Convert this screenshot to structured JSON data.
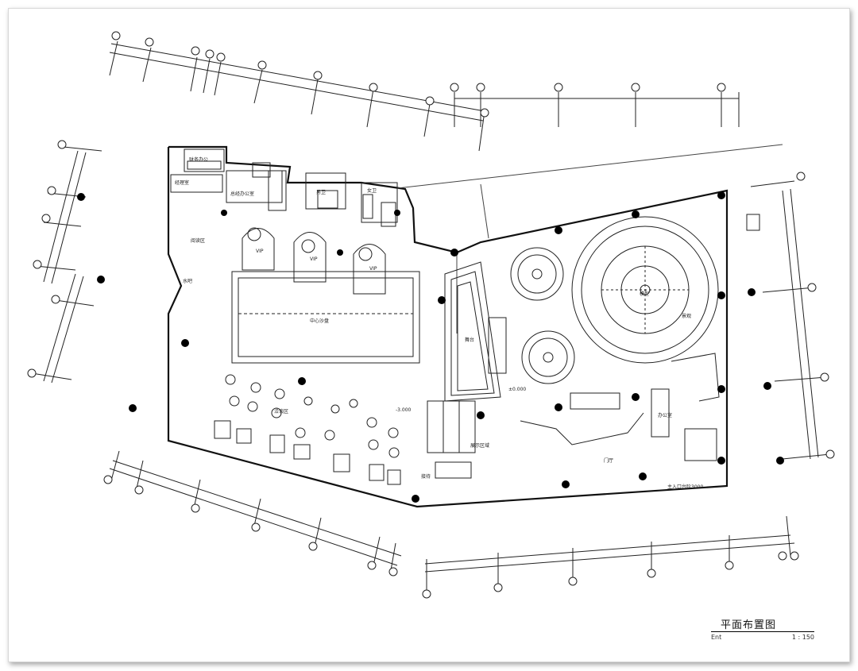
{
  "drawing": {
    "title": "平面布置图",
    "scale_left": "Ent",
    "scale_right": "1 : 150",
    "colors": {
      "line": "#222222",
      "column": "#000000",
      "background": "#ffffff"
    }
  },
  "rooms": {
    "finance": "财务办公",
    "manager_room": "经理室",
    "general_office": "总经办公室",
    "office": "办公室",
    "male_wc": "男卫",
    "female_wc": "女卫",
    "reading": "阅读区",
    "vip": [
      "VIP",
      "VIP",
      "VIP"
    ],
    "sales_center": "中心沙盘",
    "meeting": "洽谈区",
    "model": "模型",
    "landscape": "景观",
    "stage": "舞台",
    "hall": "门厅",
    "reception": "接待",
    "exhibition": "展示区域",
    "water_bar": "水吧",
    "level_zero": "±0.000",
    "level_minus": "-3.000",
    "entry_note": "主入口台阶3000"
  }
}
